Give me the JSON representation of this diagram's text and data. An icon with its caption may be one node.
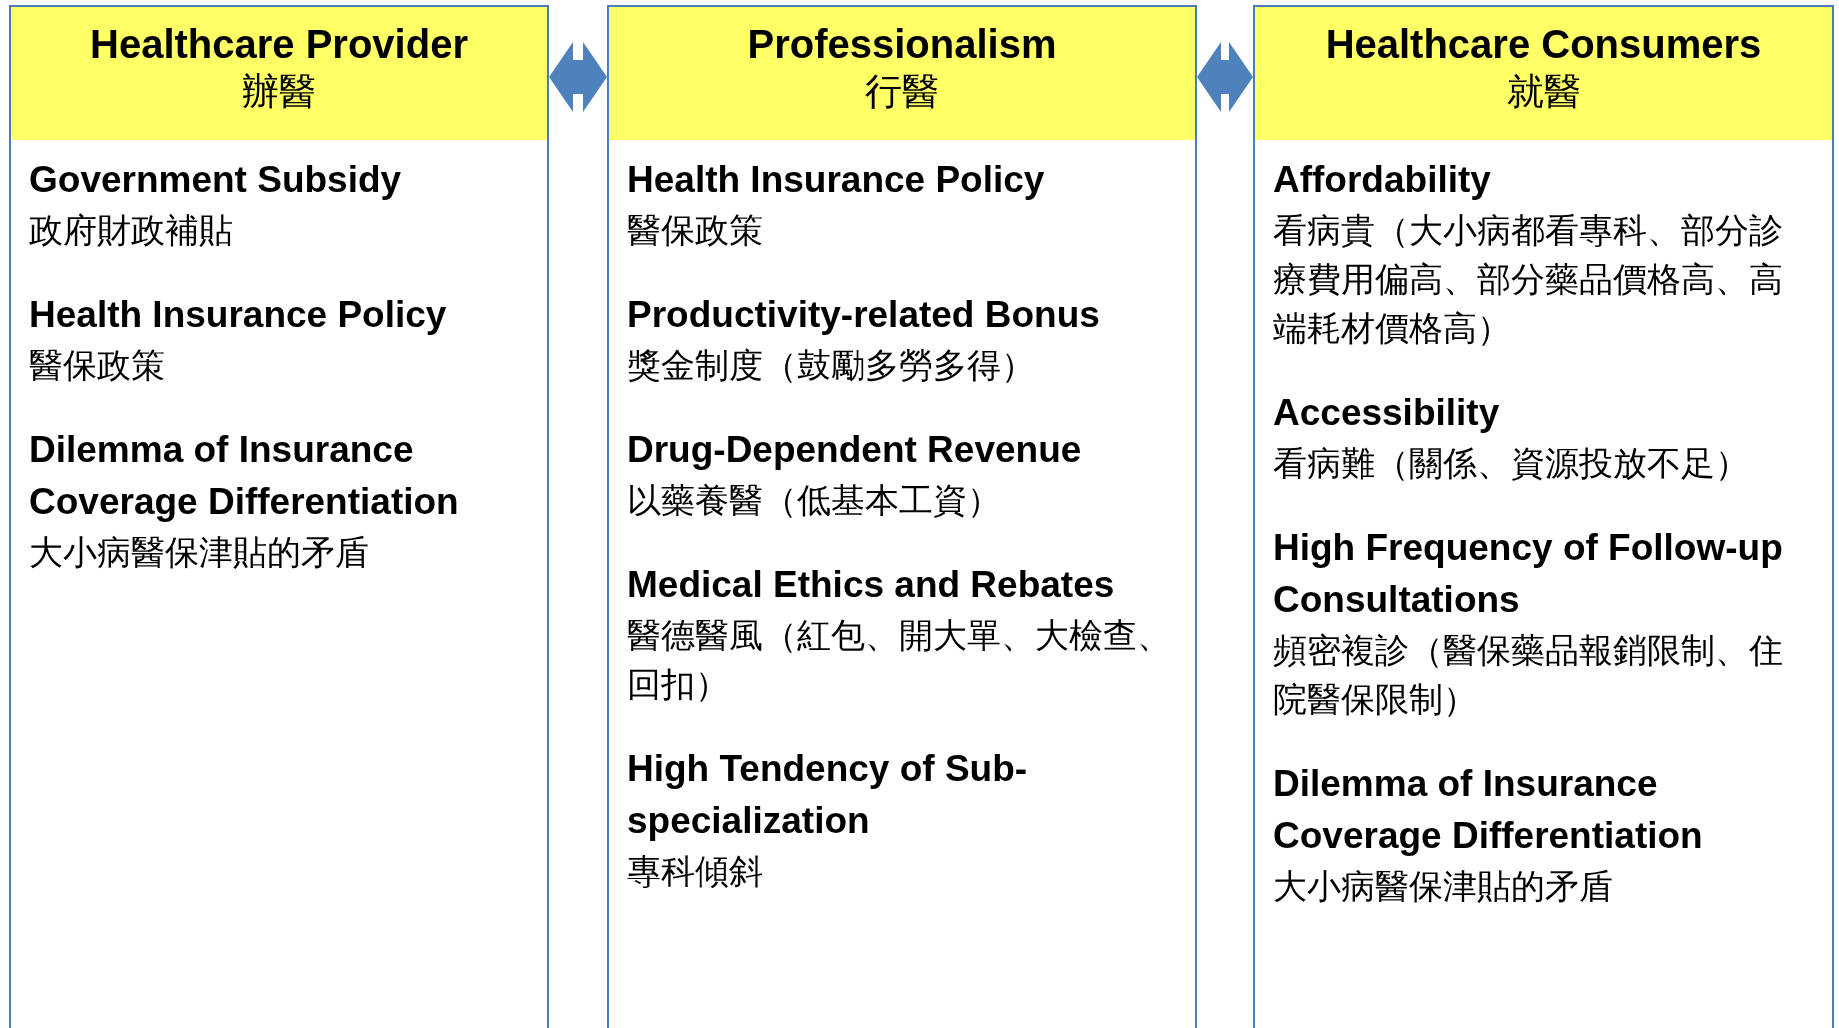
{
  "diagram": {
    "nodes": [
      {
        "text": [
          "Healthcare Provider",
          "辦醫"
        ]
      },
      {
        "text": [
          "Government Subsidy",
          "政府財政補貼",
          "Health Insurance Policy",
          "醫保政策",
          "Dilemma of Insurance Coverage Differentiation",
          "大小病醫保津貼的矛盾"
        ]
      },
      {
        "text": [
          "Professionalism",
          "行醫"
        ]
      },
      {
        "text": [
          "Health Insurance Policy",
          "醫保政策",
          "Productivity-related Bonus",
          "獎金制度（鼓勵多勞多得）",
          "Drug-Dependent Revenue",
          "以藥養醫（低基本工資）",
          "Medical Ethics and Rebates",
          "醫德醫風（紅包、開大單、大檢查、回扣）",
          "High Tendency of Sub-specialization",
          "專科傾斜"
        ]
      },
      {
        "text": [
          "Healthcare Consumers",
          "就醫"
        ]
      },
      {
        "text": [
          "Affordability",
          "看病貴（大小病都看專科、部分診療費用偏高、部分藥品價格高、高端耗材價格高）",
          "Accessibility",
          "看病難（關係、資源投放不足）",
          "High Frequency of Follow-up Consultations",
          "頻密複診（醫保藥品報銷限制、住院醫保限制）",
          "Dilemma of Insurance Coverage Differentiation",
          "大小病醫保津貼的矛盾"
        ]
      }
    ],
    "edges": [
      {
        "from": 0,
        "to": 2,
        "arrow": "both"
      },
      {
        "from": 2,
        "to": 4,
        "arrow": "both"
      }
    ]
  }
}
